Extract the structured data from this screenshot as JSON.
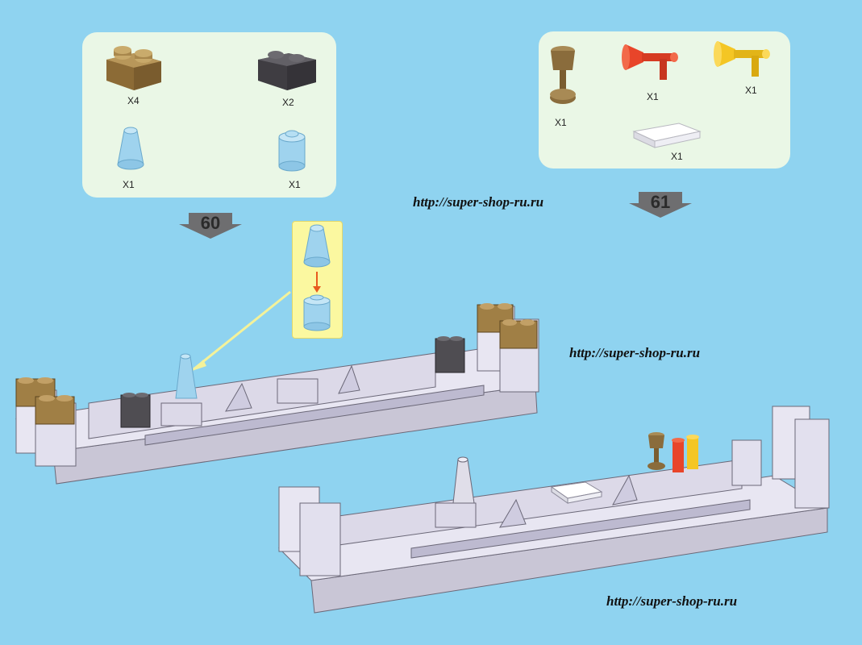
{
  "steps": {
    "step60": {
      "number": "60",
      "parts": [
        {
          "name": "tan-1x2-brick",
          "color": "#a07f45",
          "qty": "X4"
        },
        {
          "name": "dark-gray-1x2-brick",
          "color": "#4f4d52",
          "qty": "X2"
        },
        {
          "name": "trans-blue-cone",
          "color": "#9fd3ee",
          "qty": "X1"
        },
        {
          "name": "trans-blue-round-brick",
          "color": "#9fd3ee",
          "qty": "X1"
        }
      ]
    },
    "step61": {
      "number": "61",
      "parts": [
        {
          "name": "brown-goblet",
          "color": "#8a6c3c",
          "qty": "X1"
        },
        {
          "name": "red-horn",
          "color": "#e8452a",
          "qty": "X1"
        },
        {
          "name": "yellow-horn",
          "color": "#f4c624",
          "qty": "X1"
        },
        {
          "name": "white-1x2-tile",
          "color": "#ffffff",
          "qty": "X1"
        }
      ]
    }
  },
  "watermarks": [
    "http://super-shop-ru.ru",
    "http://super-shop-ru.ru",
    "http://super-shop-ru.ru"
  ],
  "colors": {
    "background": "#8fd3f0",
    "panel": "#eaf7e6",
    "model_white": "#e8e6f2",
    "callout": "#fbf8a0",
    "arrow_badge": "#6e6e70"
  }
}
